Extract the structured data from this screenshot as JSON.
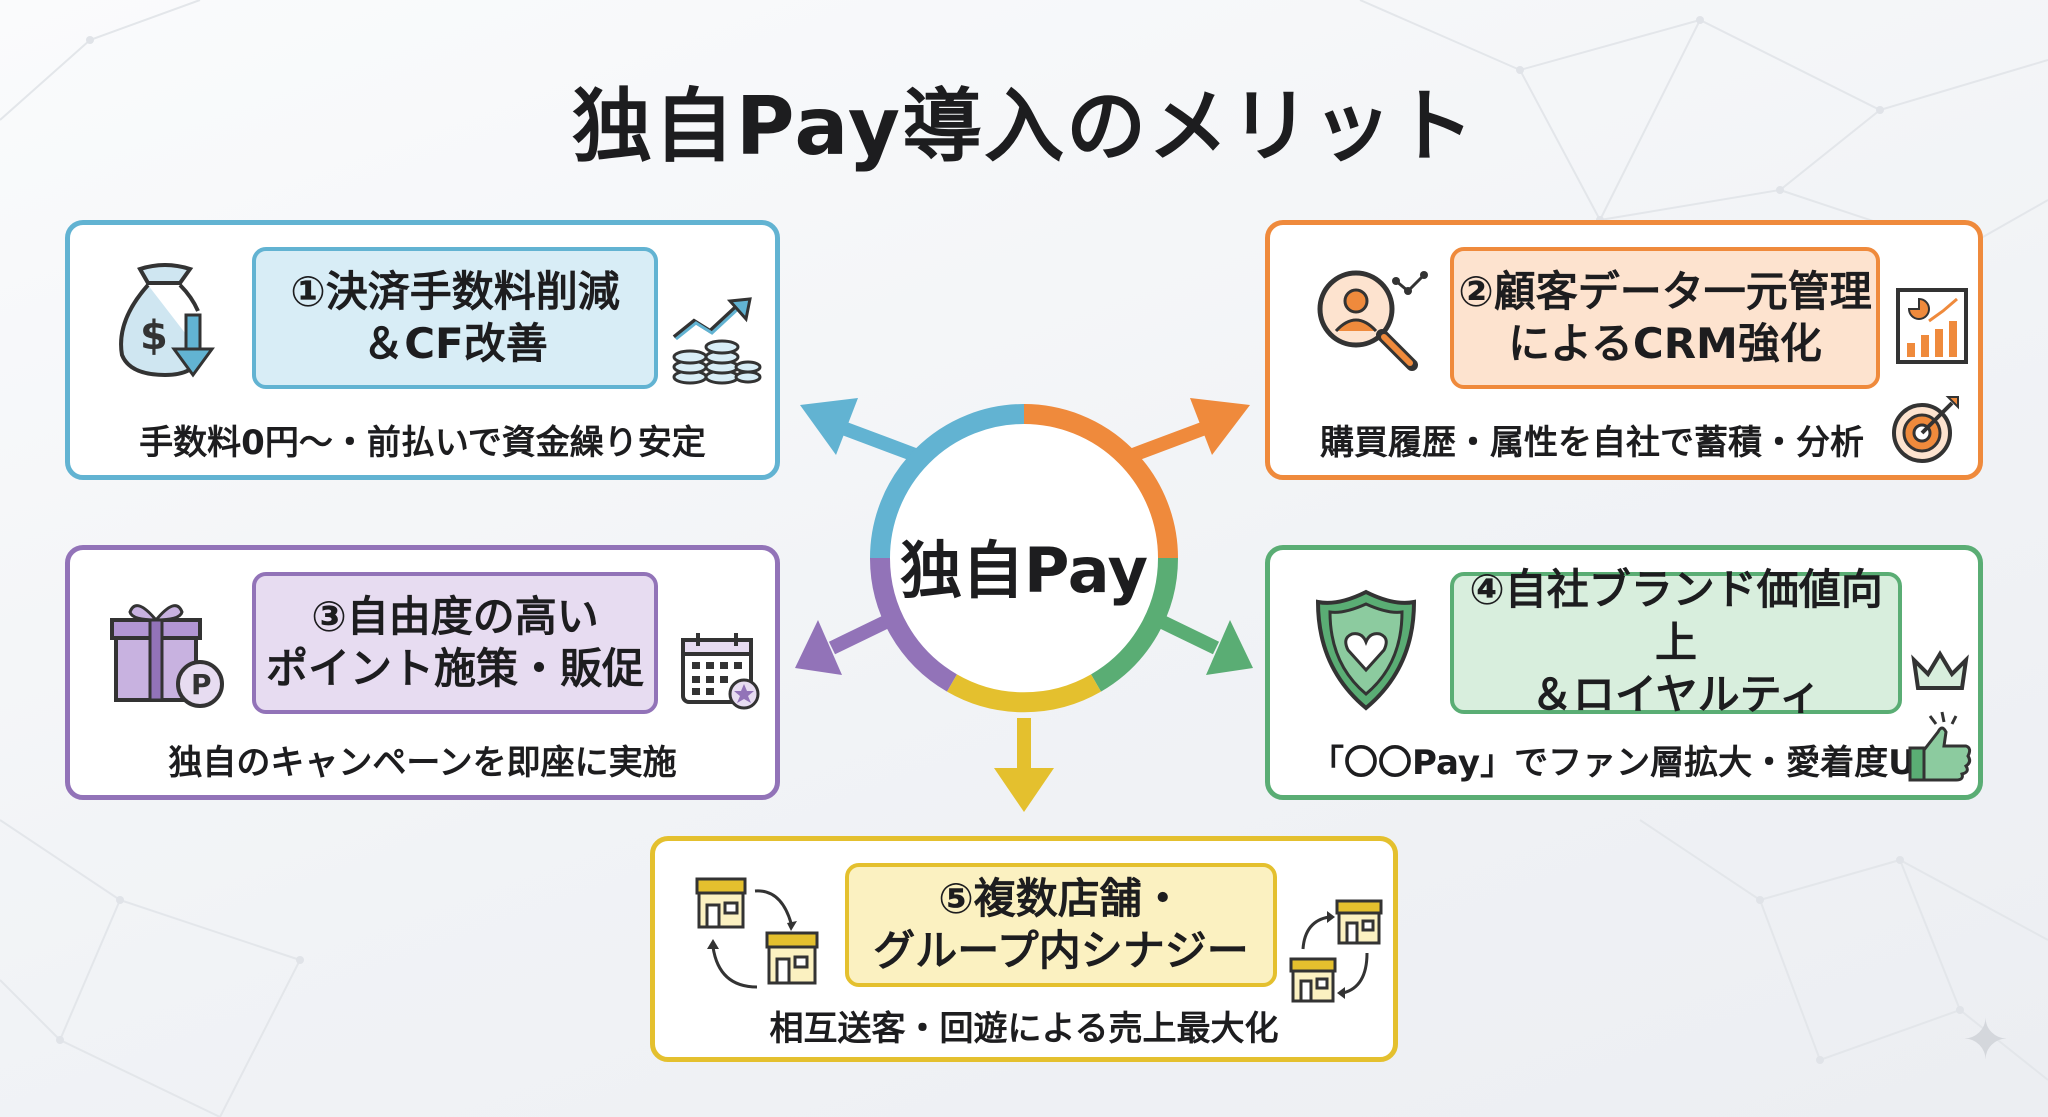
{
  "title": "独自Pay導入のメリット",
  "hub": {
    "label": "独自Pay"
  },
  "cards": [
    {
      "id": "c1",
      "color": "#62b3d2",
      "fill": "#d8edf6",
      "line1": "①決済手数料削減",
      "line2": "＆CF改善",
      "desc": "手数料0円〜・前払いで資金繰り安定",
      "icons": [
        "money-bag-icon",
        "growth-coins-icon"
      ]
    },
    {
      "id": "c2",
      "color": "#ef8a3c",
      "fill": "#fde3cf",
      "line1": "②顧客データ一元管理",
      "line2": "によるCRM強化",
      "desc": "購買履歴・属性を自社で蓄積・分析",
      "icons": [
        "magnifier-user-icon",
        "chart-report-icon",
        "target-icon"
      ]
    },
    {
      "id": "c3",
      "color": "#9273b8",
      "fill": "#e7dcf1",
      "line1": "③自由度の高い",
      "line2": "ポイント施策・販促",
      "desc": "独自のキャンペーンを即座に実施",
      "icons": [
        "gift-point-icon",
        "calendar-icon"
      ]
    },
    {
      "id": "c4",
      "color": "#5aad74",
      "fill": "#d8eedd",
      "line1": "④自社ブランド価値向上",
      "line2": "＆ロイヤルティ",
      "desc": "「〇〇Pay」でファン層拡大・愛着度UP",
      "icons": [
        "shield-heart-icon",
        "crown-icon",
        "thumbs-up-icon"
      ]
    },
    {
      "id": "c5",
      "color": "#e4c02e",
      "fill": "#fbf1c1",
      "line1": "⑤複数店舗・",
      "line2": "グループ内シナジー",
      "desc": "相互送客・回遊による売上最大化",
      "icons": [
        "stores-cycle-icon",
        "stores-cycle-icon"
      ]
    }
  ]
}
